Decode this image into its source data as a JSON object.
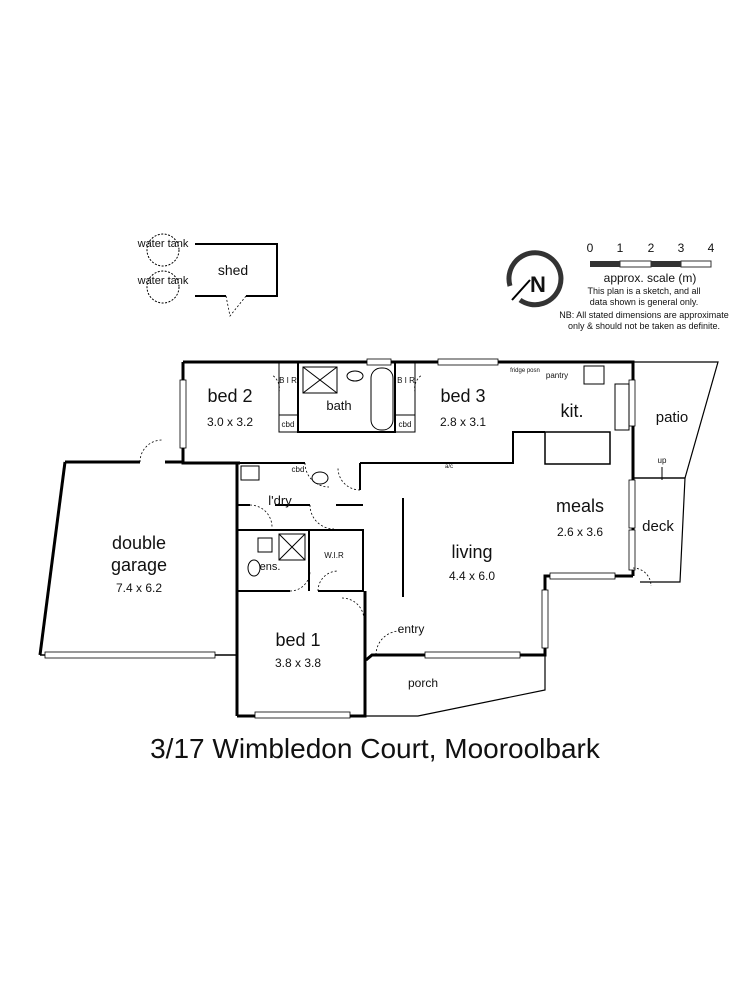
{
  "address": "3/17 Wimbledon Court, Mooroolbark",
  "outbuildings": {
    "water_tank_1": "water tank",
    "water_tank_2": "water tank",
    "shed": "shed"
  },
  "compass": {
    "letter": "N"
  },
  "scale": {
    "ticks": [
      "0",
      "1",
      "2",
      "3",
      "4"
    ],
    "label": "approx. scale (m)",
    "note_1": "This plan is a sketch, and all",
    "note_2": "data shown is general only.",
    "note_3": "NB: All stated dimensions are approximate",
    "note_4": "only & should not be taken as definite."
  },
  "rooms": {
    "bed2": {
      "name": "bed 2",
      "dims": "3.0 x 3.2"
    },
    "bath": {
      "name": "bath"
    },
    "bed3": {
      "name": "bed 3",
      "dims": "2.8 x 3.1"
    },
    "kitchen": {
      "name": "kit."
    },
    "patio": {
      "name": "patio"
    },
    "meals": {
      "name": "meals",
      "dims": "2.6 x 3.6"
    },
    "deck": {
      "name": "deck"
    },
    "living": {
      "name": "living",
      "dims": "4.4 x 6.0"
    },
    "garage": {
      "name_1": "double",
      "name_2": "garage",
      "dims": "7.4 x 6.2"
    },
    "laundry": {
      "name": "l'dry"
    },
    "ensuite": {
      "name": "ens."
    },
    "wir": {
      "name": "W.I.R"
    },
    "bed1": {
      "name": "bed 1",
      "dims": "3.8 x 3.8"
    },
    "entry": {
      "name": "entry"
    },
    "porch": {
      "name": "porch"
    }
  },
  "fixtures": {
    "bir_left": "B I R",
    "bir_right": "B I R",
    "cbd_left": "cbd",
    "cbd_right": "cbd",
    "cbd_laundry": "cbd",
    "fridge": "fridge posn",
    "pantry": "pantry",
    "hwu": "a/c",
    "up": "up"
  }
}
